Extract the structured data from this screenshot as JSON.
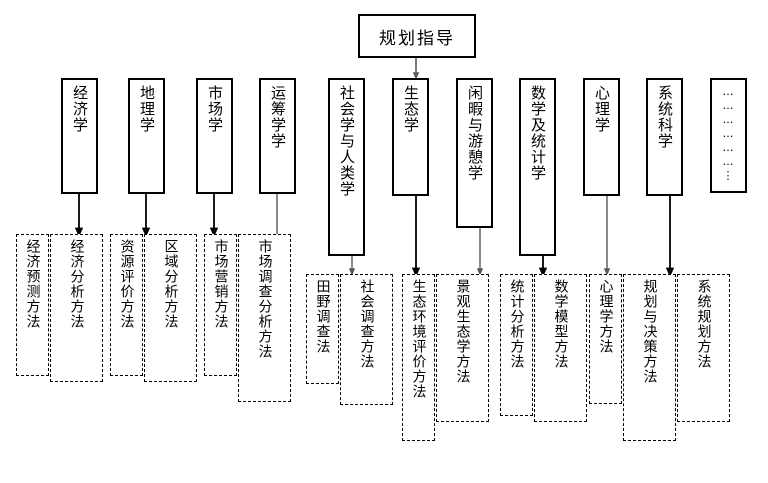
{
  "diagram": {
    "title_node": {
      "label": "规划指导"
    },
    "disciplines": [
      {
        "id": "economics",
        "label": "经济学"
      },
      {
        "id": "geography",
        "label": "地理学"
      },
      {
        "id": "marketing",
        "label": "市场学"
      },
      {
        "id": "operations",
        "label": "运筹学学"
      },
      {
        "id": "sociology",
        "label": "社会学与人类学"
      },
      {
        "id": "ecology",
        "label": "生态学"
      },
      {
        "id": "leisure",
        "label": "闲暇与游憩学"
      },
      {
        "id": "math-stats",
        "label": "数学及统计学"
      },
      {
        "id": "psychology",
        "label": "心理学"
      },
      {
        "id": "systems",
        "label": "系统科学"
      },
      {
        "id": "more",
        "label": "⋯"
      }
    ],
    "ellipsis_rows": [
      "…",
      "…",
      "…",
      "…",
      "…",
      "…",
      "⋮"
    ],
    "methods": [
      {
        "id": "econ-forecast",
        "label": "经济预测方法"
      },
      {
        "id": "econ-analysis",
        "label": "经济分析方法"
      },
      {
        "id": "resource-eval",
        "label": "资源评价方法"
      },
      {
        "id": "region-analysis",
        "label": "区域分析方法"
      },
      {
        "id": "market-promo",
        "label": "市场营销方法"
      },
      {
        "id": "market-survey",
        "label": "市场调查分析方法"
      },
      {
        "id": "field-survey",
        "label": "田野调查法"
      },
      {
        "id": "social-survey",
        "label": "社会调查方法"
      },
      {
        "id": "eco-env-eval",
        "label": "生态环境评价方法"
      },
      {
        "id": "landscape-eco",
        "label": "景观生态学方法"
      },
      {
        "id": "stat-analysis",
        "label": "统计分析方法"
      },
      {
        "id": "math-model",
        "label": "数学模型方法"
      },
      {
        "id": "psych-method",
        "label": "心理学方法"
      },
      {
        "id": "plan-decision",
        "label": "规划与决策方法"
      },
      {
        "id": "system-plan",
        "label": "系统规划方法"
      }
    ],
    "colors": {
      "stroke": "#000000",
      "background": "#ffffff",
      "connector": "#595959"
    }
  }
}
